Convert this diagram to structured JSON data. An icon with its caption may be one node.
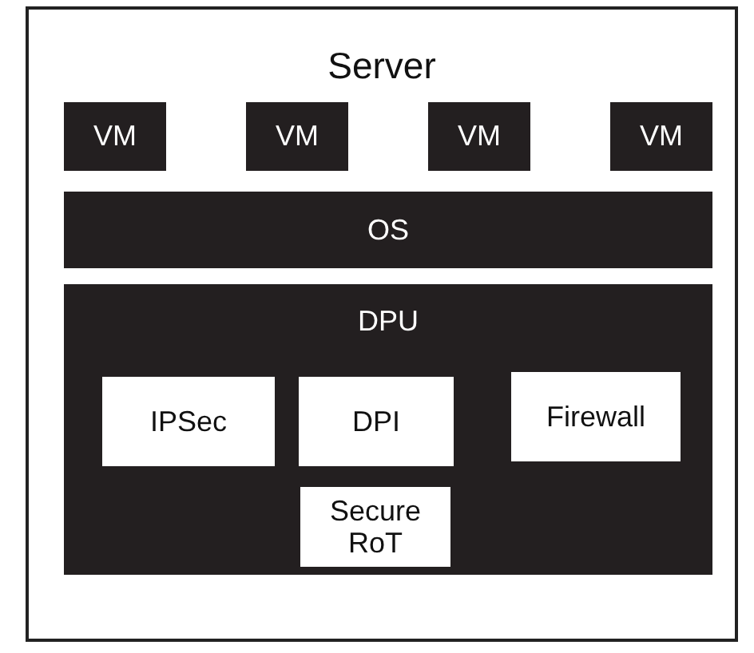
{
  "diagram": {
    "nodes": [
      {
        "text": [
          "Server"
        ]
      },
      {
        "text": [
          "VM"
        ],
        "in": 0
      },
      {
        "text": [
          "VM"
        ],
        "in": 0
      },
      {
        "text": [
          "VM"
        ],
        "in": 0
      },
      {
        "text": [
          "VM"
        ],
        "in": 0
      },
      {
        "text": [
          "OS"
        ],
        "in": 0
      },
      {
        "text": [
          "DPU"
        ],
        "in": 0
      },
      {
        "text": [
          "IPSec"
        ],
        "in": 6
      },
      {
        "text": [
          "DPI"
        ],
        "in": 6
      },
      {
        "text": [
          "Firewall"
        ],
        "in": 6
      },
      {
        "text": [
          "Secure RoT"
        ],
        "in": 6
      }
    ]
  }
}
